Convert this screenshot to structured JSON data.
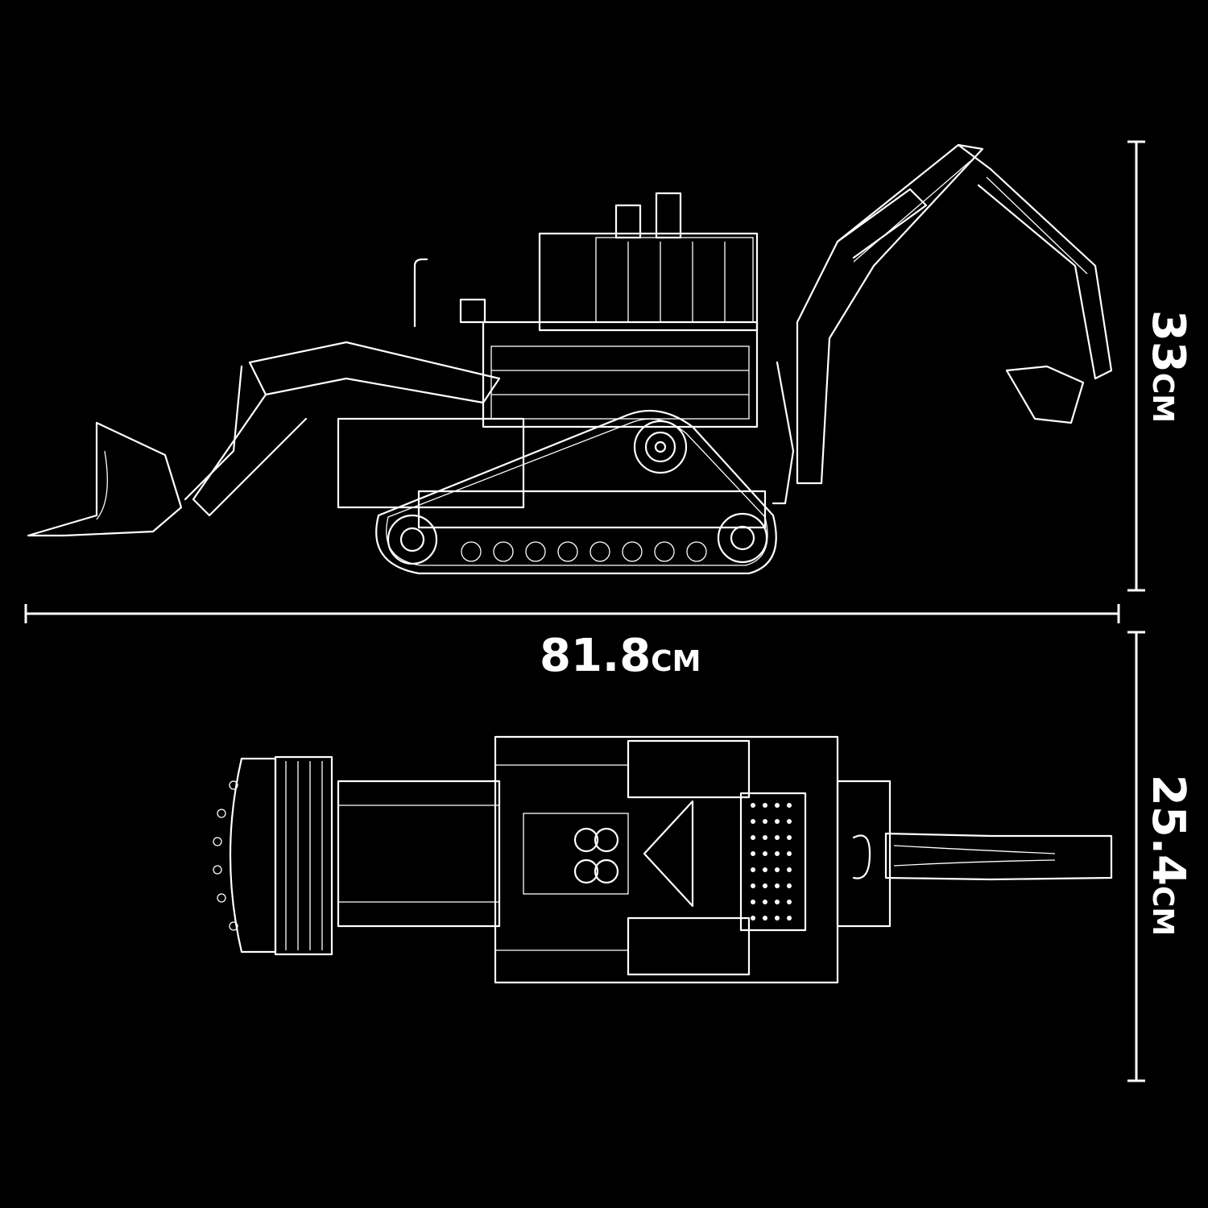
{
  "dimensions": {
    "length": {
      "value": "81.8",
      "unit": "CM"
    },
    "height": {
      "value": "33",
      "unit": "CM"
    },
    "width": {
      "value": "25.4",
      "unit": "CM"
    }
  },
  "colors": {
    "background": "#000000",
    "line": "#ffffff"
  }
}
